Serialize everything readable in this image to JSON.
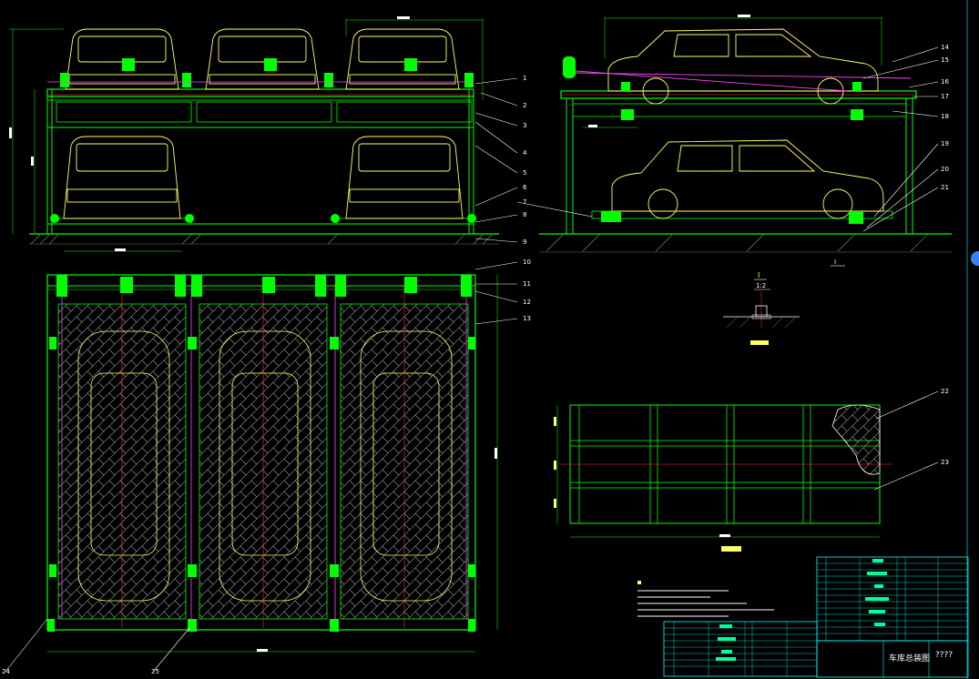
{
  "colors": {
    "background": "#000000",
    "frame": "#00ff00",
    "car": "#ffff66",
    "callout": "#ffffff",
    "centerline": "#ff2020",
    "magenta": "#ff44ff",
    "cyan": "#00ffff"
  },
  "callouts": [
    "1",
    "2",
    "3",
    "4",
    "5",
    "6",
    "7",
    "8",
    "9",
    "10",
    "11",
    "12",
    "13",
    "14",
    "15",
    "16",
    "17",
    "18",
    "19",
    "20",
    "21",
    "22",
    "23",
    "24",
    "25"
  ],
  "section_detail": {
    "mark": "I",
    "scale": "1:2"
  },
  "section_mark_right": "I",
  "title_block": {
    "drawing_name": "车库总装图",
    "code": "????"
  }
}
